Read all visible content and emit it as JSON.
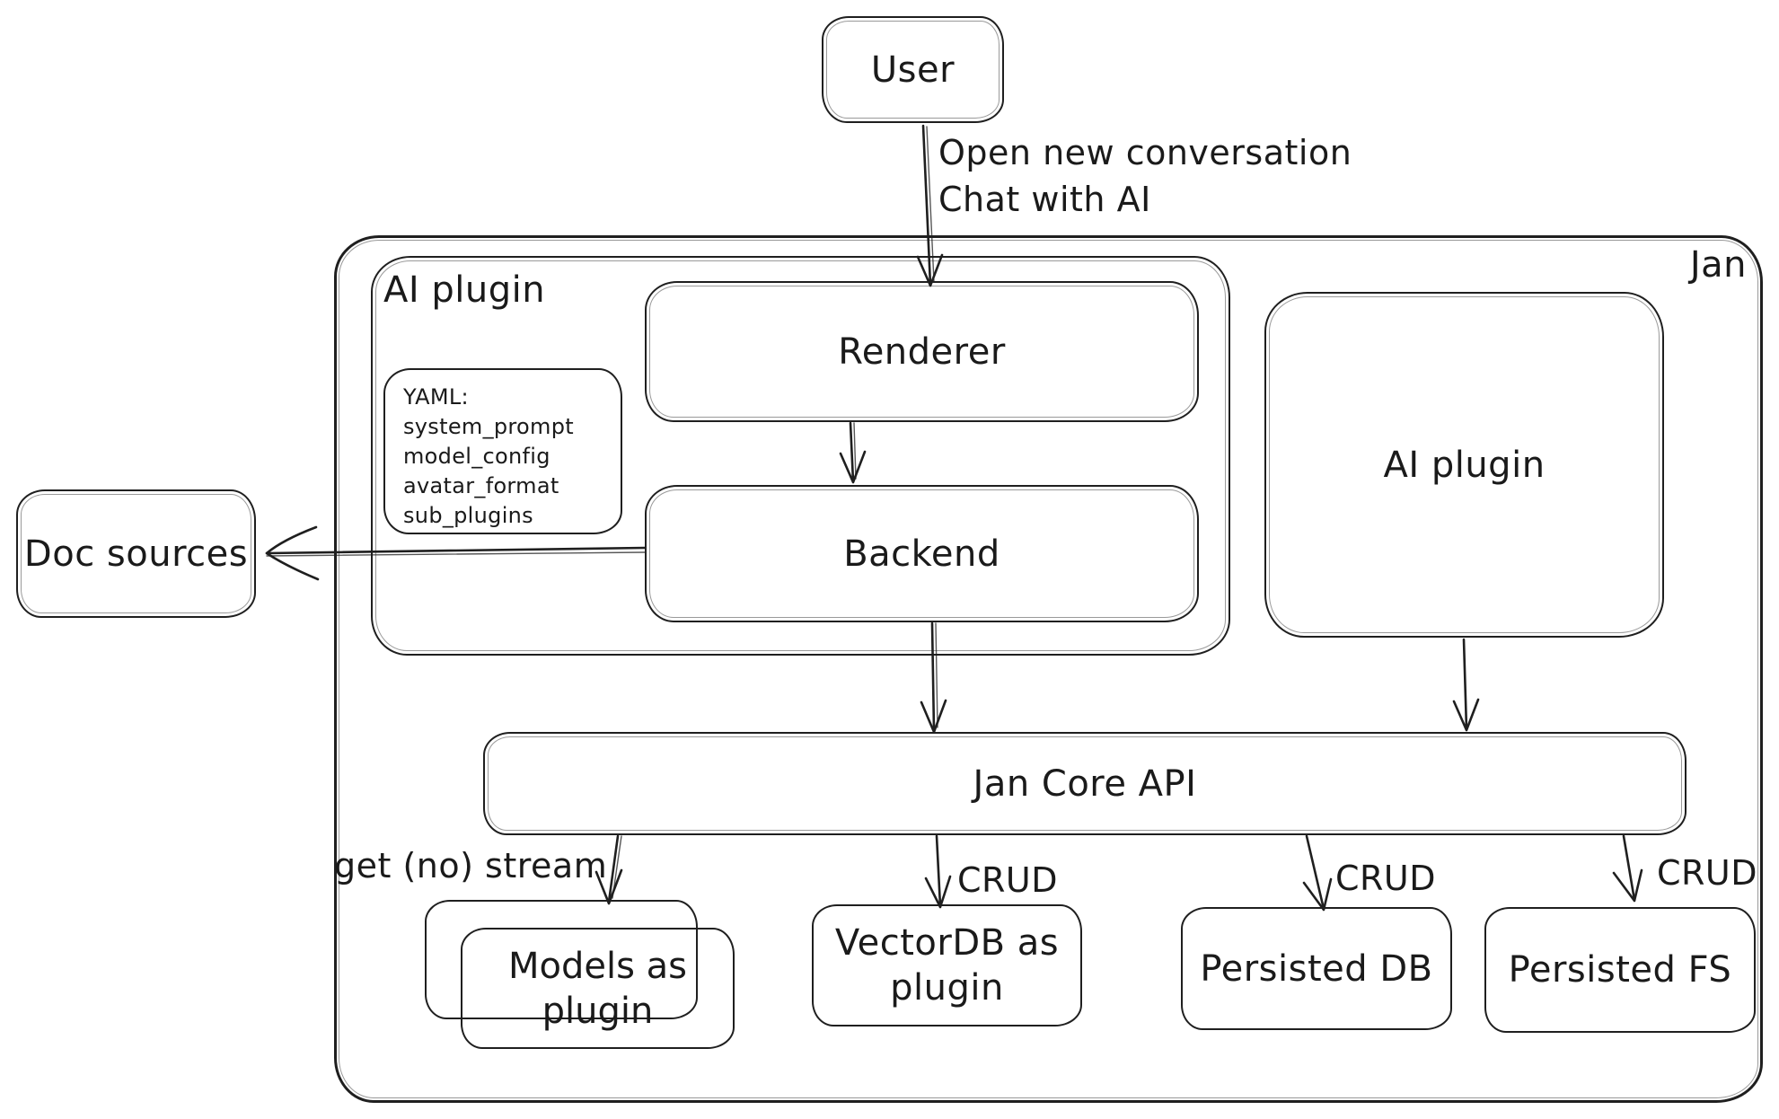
{
  "diagram": {
    "colors": {
      "stroke": "#1f1f1f",
      "background": "#ffffff",
      "text": "#1a1a1a"
    },
    "nodes": {
      "user": {
        "label": "User"
      },
      "jan_container": {
        "label": "Jan"
      },
      "ai_plugin_group": {
        "label": "AI plugin"
      },
      "yaml_note": {
        "lines": [
          "YAML:",
          "system_prompt",
          "model_config",
          "avatar_format",
          "sub_plugins"
        ]
      },
      "renderer": {
        "label": "Renderer"
      },
      "backend": {
        "label": "Backend"
      },
      "ai_plugin_box": {
        "label": "AI plugin"
      },
      "doc_sources": {
        "label": "Doc sources"
      },
      "jan_core_api": {
        "label": "Jan Core API"
      },
      "models_as_plugin": {
        "label": "Models as plugin"
      },
      "vectordb_as_plugin": {
        "label": "VectorDB as plugin"
      },
      "persisted_db": {
        "label": "Persisted DB"
      },
      "persisted_fs": {
        "label": "Persisted FS"
      }
    },
    "edges": {
      "user_to_renderer": {
        "label_line1": "Open new conversation",
        "label_line2": "Chat with AI"
      },
      "api_to_models": {
        "label": "get (no) stream"
      },
      "api_to_vectordb": {
        "label": "CRUD"
      },
      "api_to_persisted_db": {
        "label": "CRUD"
      },
      "api_to_persisted_fs": {
        "label": "CRUD"
      }
    }
  }
}
